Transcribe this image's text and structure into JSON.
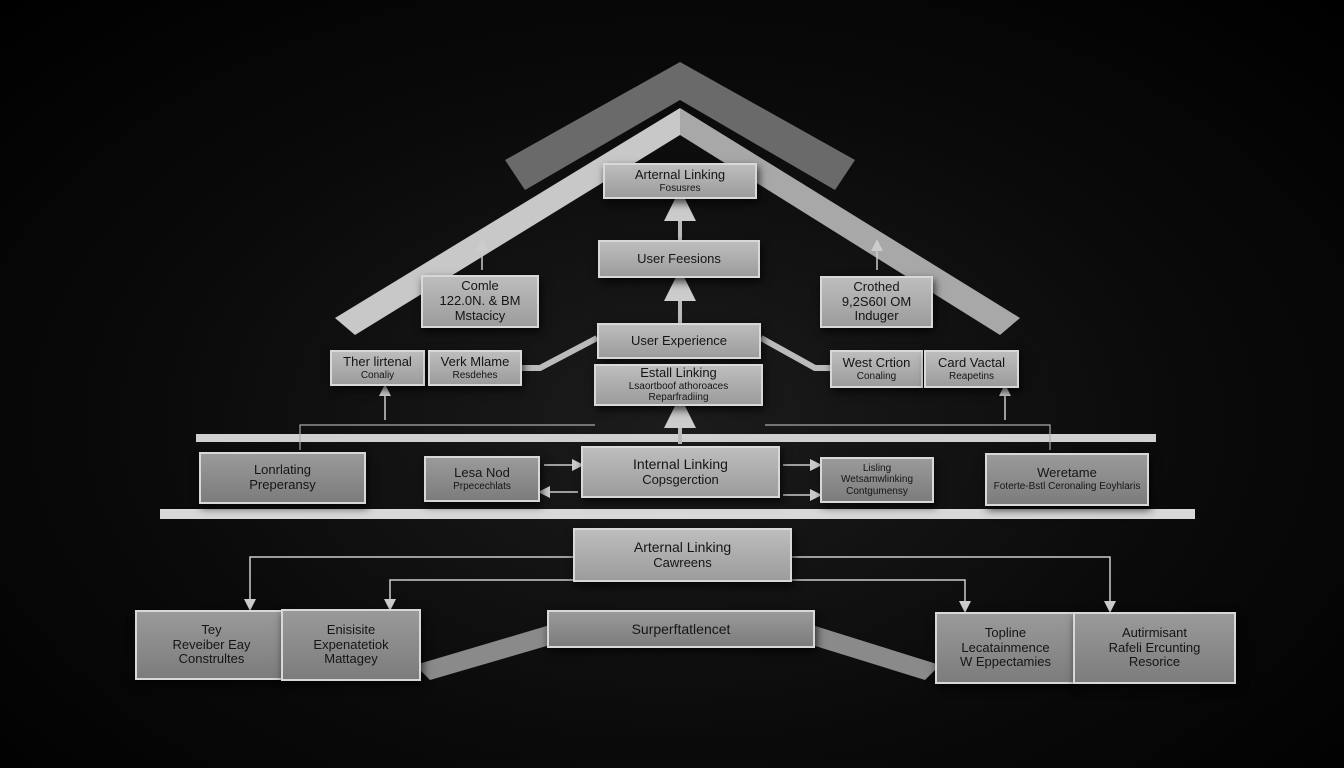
{
  "top": {
    "title": "Arternal Linking",
    "sub": "Fosusres"
  },
  "user_sessions": "User Feesions",
  "left_roof": {
    "l1": "Comle",
    "l2": "122.0N. & BM",
    "l3": "Mstacicy"
  },
  "right_roof": {
    "l1": "Crothed",
    "l2": "9,2S60I OM",
    "l3": "Induger"
  },
  "user_experience": "User Experience",
  "estall": {
    "title": "Estall Linking",
    "l2": "Lsaortboof athoroaces",
    "l3": "Reparfradiing"
  },
  "tier1": [
    {
      "title": "Ther lirtenal",
      "sub": "Conaliy"
    },
    {
      "title": "Verk Mlame",
      "sub": "Resdehes"
    },
    {
      "title": "West Crtion",
      "sub": "Conaling"
    },
    {
      "title": "Card Vactal",
      "sub": "Reapetins"
    }
  ],
  "tier2": [
    {
      "title": "Lonrlating",
      "sub": "Preperansy"
    },
    {
      "title": "Lesa Nod",
      "sub": "Prpecechlats"
    },
    {
      "title": "Internal Linking",
      "sub": "Copsgerction"
    },
    {
      "title": "Lisling",
      "sub": "Wetsamwlinking Contgumensy"
    },
    {
      "title": "Weretame",
      "sub": "Foterte-Bstl Ceronaling Eoyhlaris"
    }
  ],
  "arternal_cawreens": {
    "title": "Arternal Linking",
    "sub": "Cawreens"
  },
  "base": "Surperftatlencet",
  "tier3": [
    {
      "l1": "Tey",
      "l2": "Reveiber Eay",
      "l3": "Construltes"
    },
    {
      "l1": "Enisisite",
      "l2": "Expenatetiok",
      "l3": "Mattagey"
    },
    {
      "l1": "Topline",
      "l2": "Lecatainmence",
      "l3": "W Eppectamies"
    },
    {
      "l1": "Autirmisant",
      "l2": "Rafeli Ercunting",
      "l3": "Resorice"
    }
  ]
}
